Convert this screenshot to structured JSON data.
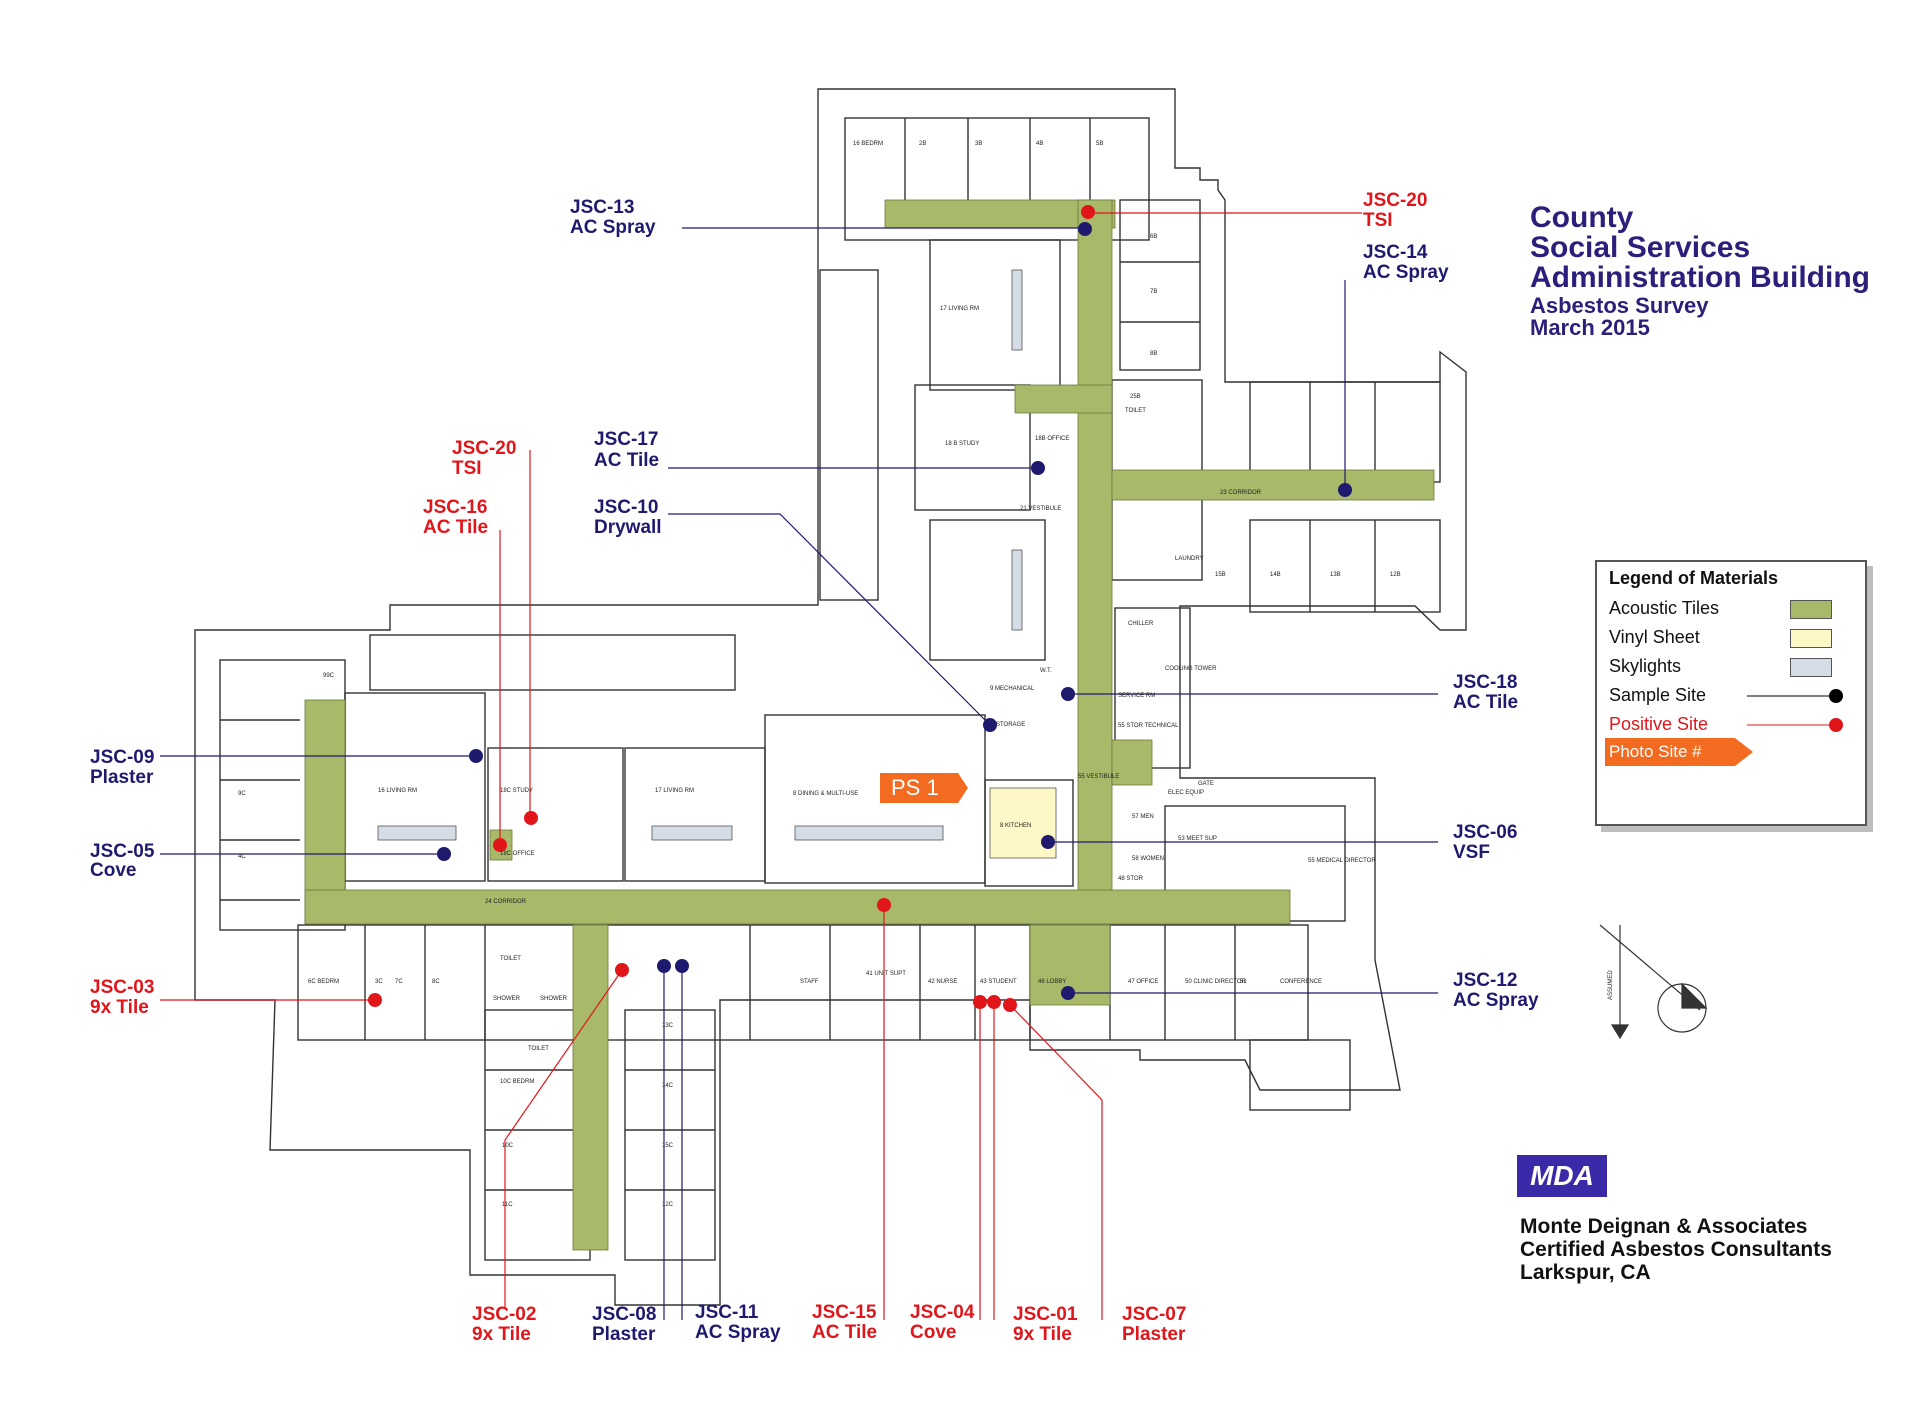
{
  "title": {
    "line1": "County",
    "line2": "Social Services",
    "line3": "Administration Building",
    "line4": "Asbestos Survey",
    "line5": "March 2015"
  },
  "legend": {
    "heading": "Legend of Materials",
    "items": [
      {
        "label": "Acoustic Tiles",
        "color": "#a8b96a"
      },
      {
        "label": "Vinyl Sheet",
        "color": "#fdf8c6"
      },
      {
        "label": "Skylights",
        "color": "#d4dde6"
      },
      {
        "label": "Sample Site",
        "color": "#000000"
      },
      {
        "label": "Positive Site",
        "color": "#e8161b"
      },
      {
        "label": "Photo Site #",
        "color": "#f36a21"
      }
    ]
  },
  "photo_site": {
    "label": "PS 1"
  },
  "company": {
    "logo": "MDA",
    "line1": "Monte Deignan & Associates",
    "line2": "Certified Asbestos Consultants",
    "line3": "Larkspur, CA"
  },
  "colors": {
    "navy": "#1f1a6e",
    "red": "#e0161b",
    "tile": "#a8b96a",
    "wall": "#333333"
  },
  "samples": [
    {
      "id": "JSC-13",
      "material": "AC Spray",
      "status": "sample"
    },
    {
      "id": "JSC-20",
      "material": "TSI",
      "status": "positive"
    },
    {
      "id": "JSC-14",
      "material": "AC Spray",
      "status": "sample"
    },
    {
      "id": "JSC-20",
      "material": "TSI",
      "status": "positive"
    },
    {
      "id": "JSC-17",
      "material": "AC Tile",
      "status": "sample"
    },
    {
      "id": "JSC-16",
      "material": "AC Tile",
      "status": "positive"
    },
    {
      "id": "JSC-10",
      "material": "Drywall",
      "status": "sample"
    },
    {
      "id": "JSC-09",
      "material": "Plaster",
      "status": "sample"
    },
    {
      "id": "JSC-18",
      "material": "AC Tile",
      "status": "sample"
    },
    {
      "id": "JSC-05",
      "material": "Cove",
      "status": "sample"
    },
    {
      "id": "JSC-06",
      "material": "VSF",
      "status": "sample"
    },
    {
      "id": "JSC-03",
      "material": "9x Tile",
      "status": "positive"
    },
    {
      "id": "JSC-12",
      "material": "AC Spray",
      "status": "sample"
    },
    {
      "id": "JSC-02",
      "material": "9x Tile",
      "status": "positive"
    },
    {
      "id": "JSC-08",
      "material": "Plaster",
      "status": "sample"
    },
    {
      "id": "JSC-11",
      "material": "AC Spray",
      "status": "sample"
    },
    {
      "id": "JSC-15",
      "material": "AC Tile",
      "status": "positive"
    },
    {
      "id": "JSC-04",
      "material": "Cove",
      "status": "positive"
    },
    {
      "id": "JSC-01",
      "material": "9x Tile",
      "status": "positive"
    },
    {
      "id": "JSC-07",
      "material": "Plaster",
      "status": "positive"
    }
  ],
  "rooms": [
    "16 BEDRM",
    "2B",
    "3B",
    "4B",
    "5B",
    "6B",
    "7B",
    "8B",
    "17 LIVING RM",
    "18 B STUDY",
    "18B OFFICE",
    "21 VESTIBULE",
    "25B",
    "TOILET",
    "23 CORRIDOR",
    "15B",
    "14B",
    "13B",
    "12B",
    "LAUNDRY",
    "CHILLER",
    "COOLING TOWER",
    "9 MECHANICAL",
    "W.T.",
    "SERVICE RM",
    "STORAGE",
    "55 STOR TECHNICAL",
    "55 VESTIBULE",
    "16 LIVING RM",
    "18C STUDY",
    "18C OFFICE",
    "17 LIVING RM",
    "8 DINING & MULTI-USE",
    "8 KITCHEN",
    "57 MEN",
    "58 WOMEN",
    "48 STOR",
    "ELEC EQUIP",
    "53 MEET SUP",
    "55 MEDICAL DIRECTOR",
    "24 CORRIDOR",
    "99C",
    "9C",
    "4C",
    "3C",
    "6C BEDRM",
    "7C",
    "8C",
    "TOILET",
    "SHOWER",
    "SHOWER",
    "TOILET",
    "10C BEDRM",
    "10C",
    "11C",
    "13C",
    "14C",
    "15C",
    "12C",
    "STAFF",
    "41 UNIT SUPT",
    "42 NURSE",
    "43 STUDENT",
    "46 LOBBY",
    "47 OFFICE",
    "50 CLINIC DIRECTOR",
    "51",
    "CONFERENCE",
    "GATE",
    "ASSUMED"
  ]
}
